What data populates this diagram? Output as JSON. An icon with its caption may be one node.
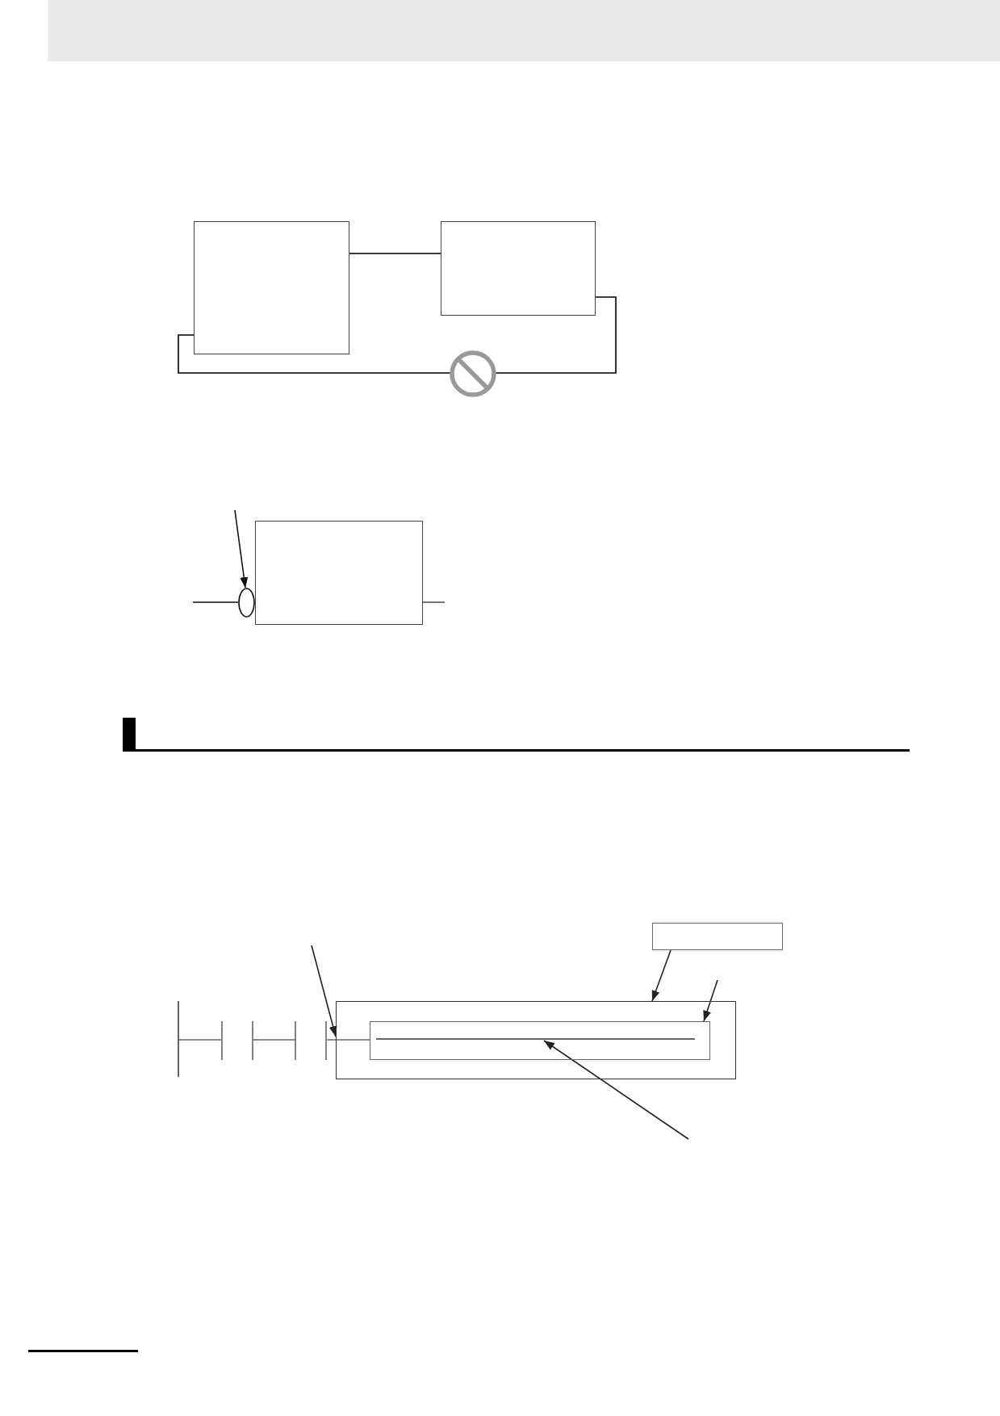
{
  "diagram": {
    "nodes": [
      {
        "text": [],
        "shape": "box"
      },
      {
        "text": [],
        "shape": "box"
      },
      {
        "text": [],
        "shape": "circle"
      },
      {
        "text": [],
        "shape": "box"
      },
      {
        "text": [],
        "shape": "box"
      },
      {
        "text": [],
        "shape": "bar"
      },
      {
        "text": [],
        "shape": "contact"
      },
      {
        "text": [],
        "shape": "contact"
      },
      {
        "text": [],
        "shape": "box"
      },
      {
        "text": [],
        "shape": "box",
        "in": 8
      },
      {
        "text": [],
        "shape": "line",
        "in": 9
      }
    ],
    "edges": [
      {
        "from": 0,
        "to": 1,
        "arrow": "none"
      },
      {
        "from": 1,
        "to": 0,
        "arrow": "none"
      },
      {
        "from": null,
        "to": 2,
        "arrow": "none"
      },
      {
        "from": 3,
        "to": null,
        "arrow": "none"
      },
      {
        "from": null,
        "to": 2,
        "arrow": "to"
      },
      {
        "from": 5,
        "to": 6,
        "arrow": "none"
      },
      {
        "from": 6,
        "to": 7,
        "arrow": "none"
      },
      {
        "from": 7,
        "to": 9,
        "arrow": "none"
      },
      {
        "from": null,
        "to": 8,
        "arrow": "to"
      },
      {
        "from": 4,
        "to": 8,
        "arrow": "to"
      },
      {
        "from": null,
        "to": 9,
        "arrow": "to"
      },
      {
        "from": null,
        "to": 10,
        "arrow": "to"
      }
    ]
  }
}
